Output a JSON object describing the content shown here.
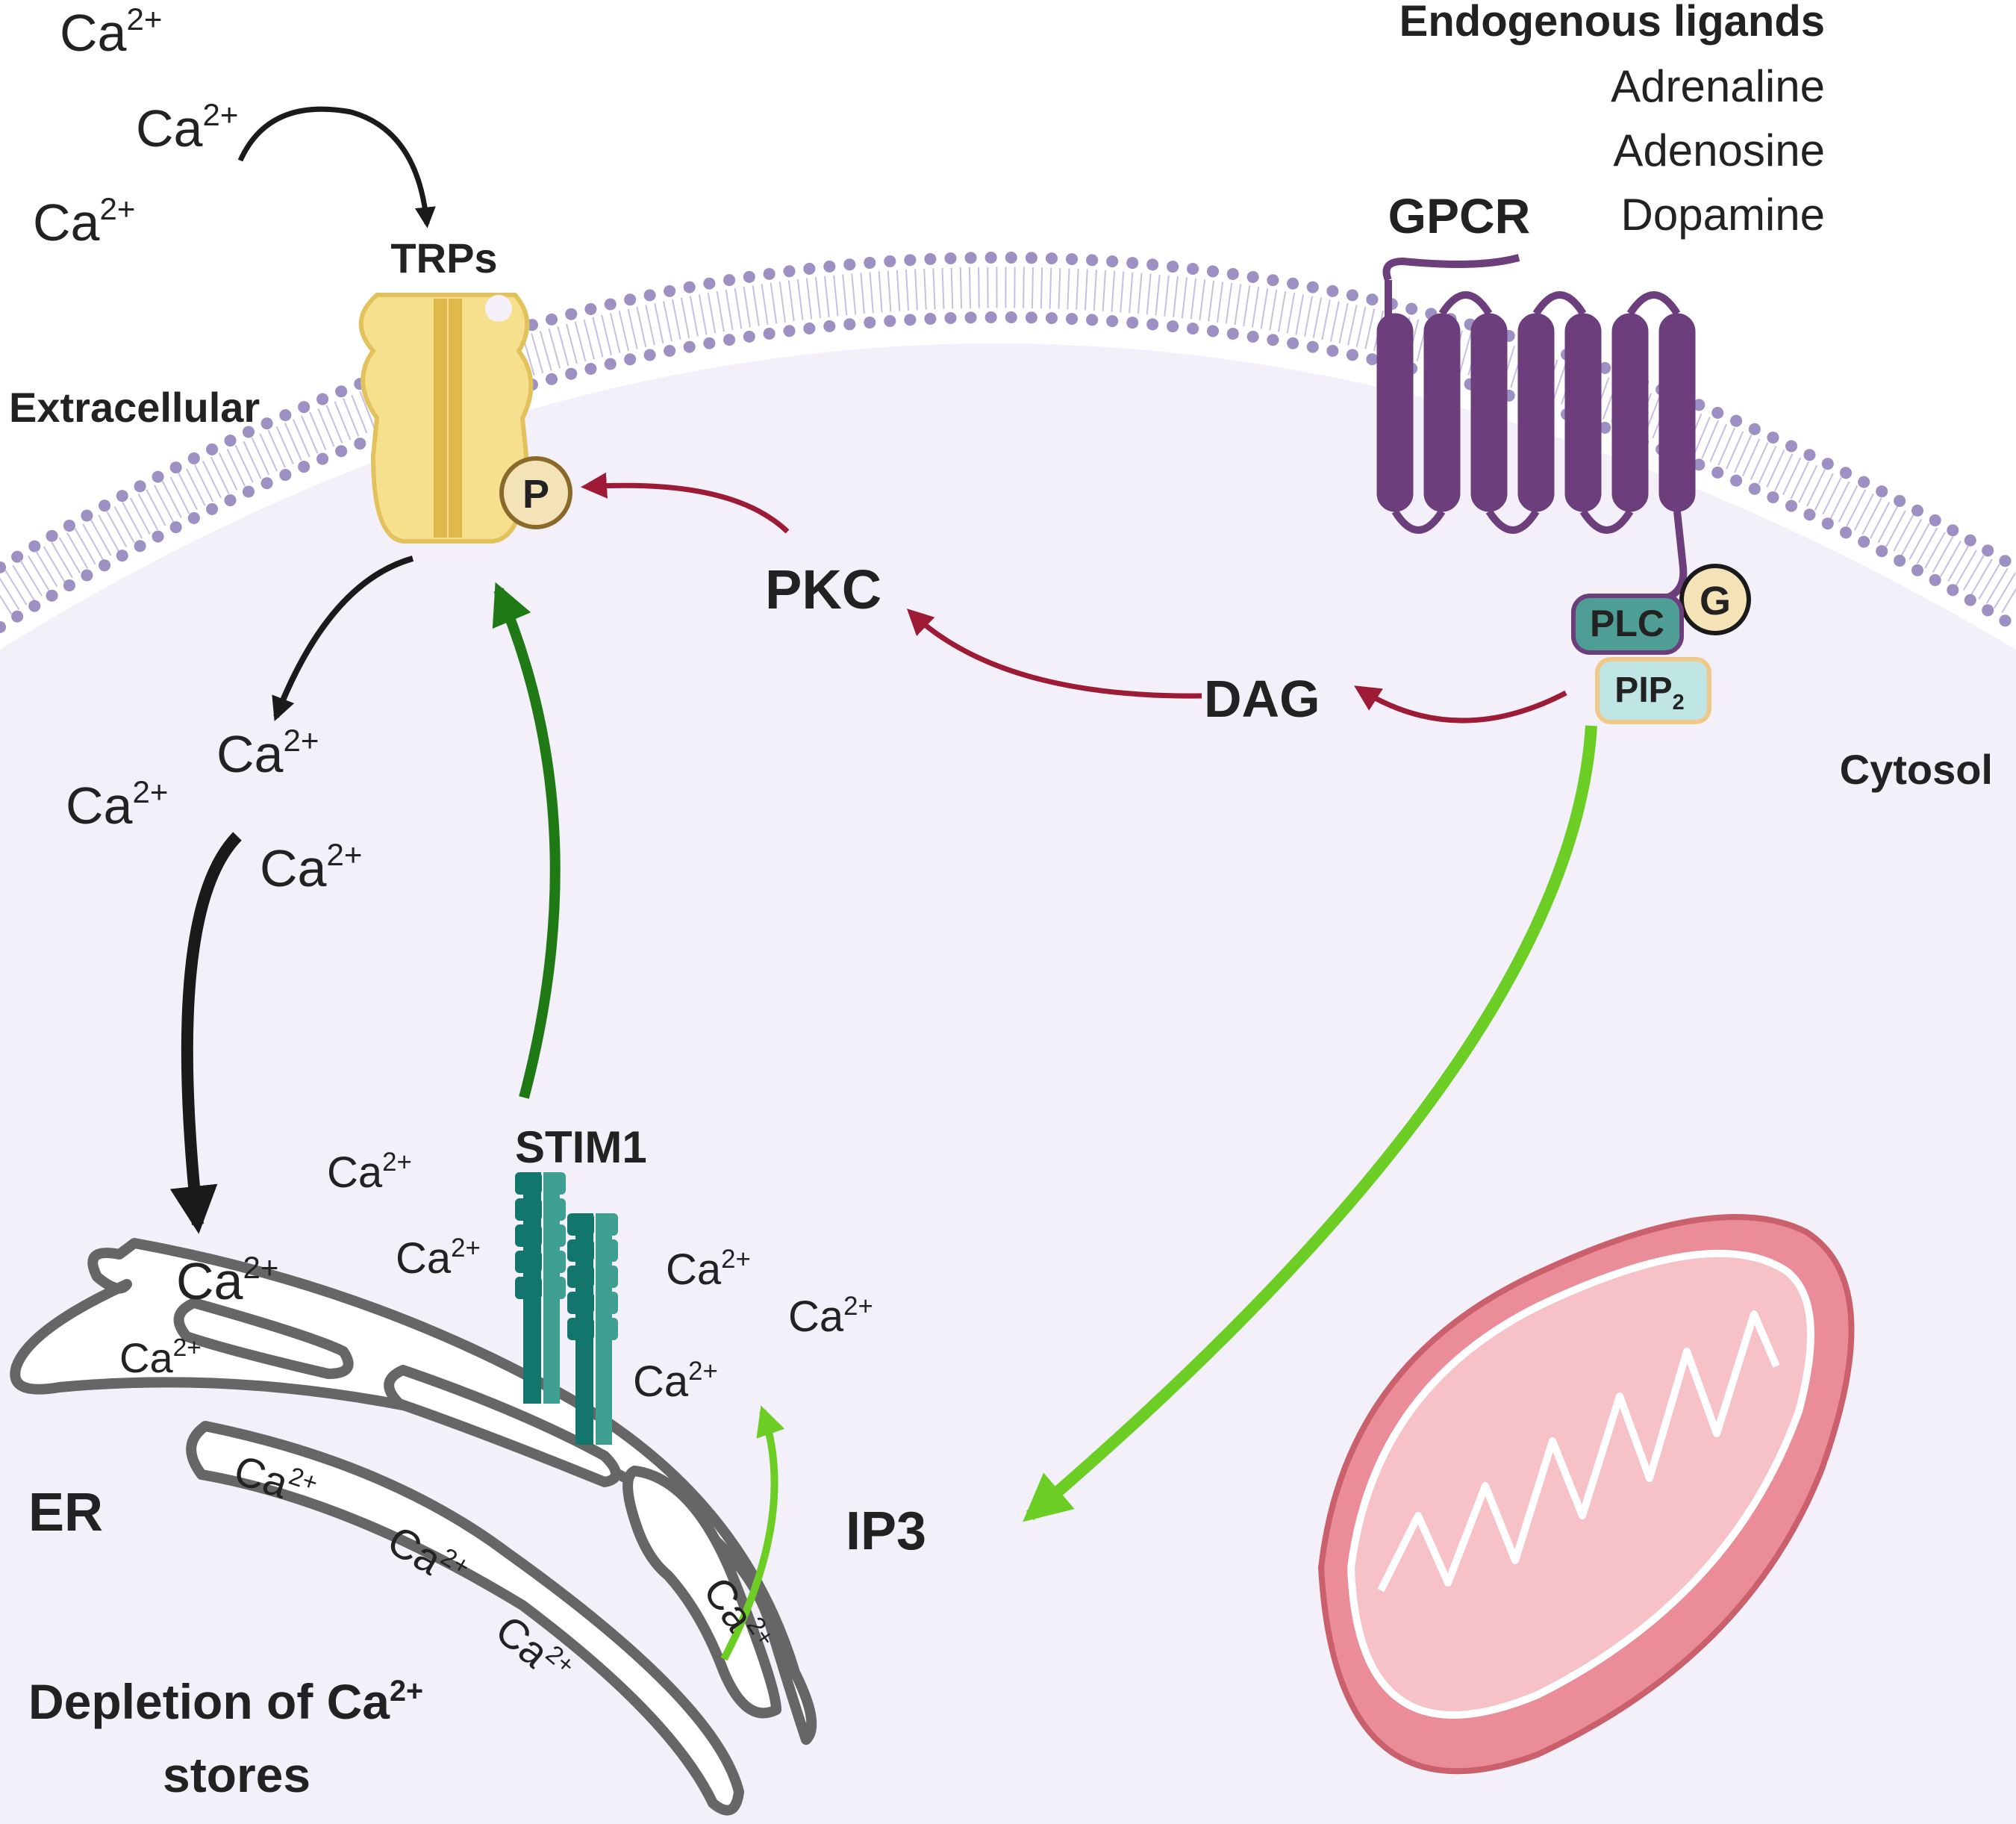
{
  "labels": {
    "extracellular": "Extracellular",
    "cytosol": "Cytosol",
    "trps": "TRPs",
    "p": "P",
    "gpcr": "GPCR",
    "g": "G",
    "plc": "PLC",
    "pip": "PIP",
    "pip_sub": "2",
    "pkc": "PKC",
    "dag": "DAG",
    "ip3": "IP3",
    "stim1": "STIM1",
    "er": "ER",
    "depletion_1": "Depletion of Ca",
    "depletion_sup": "2+",
    "depletion_2": "stores"
  },
  "ligands": {
    "title": "Endogenous ligands",
    "items": [
      "Adrenaline",
      "Adenosine",
      "Dopamine"
    ]
  },
  "ion": {
    "base": "Ca",
    "charge": "2+"
  },
  "colors": {
    "cytosol": "#f3f0fa",
    "membrane_head": "#9d91c4",
    "membrane_tail": "#c7bfe2",
    "gpcr": "#6c3f7c",
    "trp": "#f6df8d",
    "phospho": "#f3e3b6",
    "plc": "#4f9e96",
    "pip2": "#bfe6e4",
    "stim1_dark": "#12766d",
    "stim1_light": "#3f9f90",
    "pkc_arrow": "#9e1b36",
    "green_dark": "#1f7a16",
    "green_light": "#6cce25",
    "er_stroke": "#666666",
    "mito": "#ea8d98"
  }
}
